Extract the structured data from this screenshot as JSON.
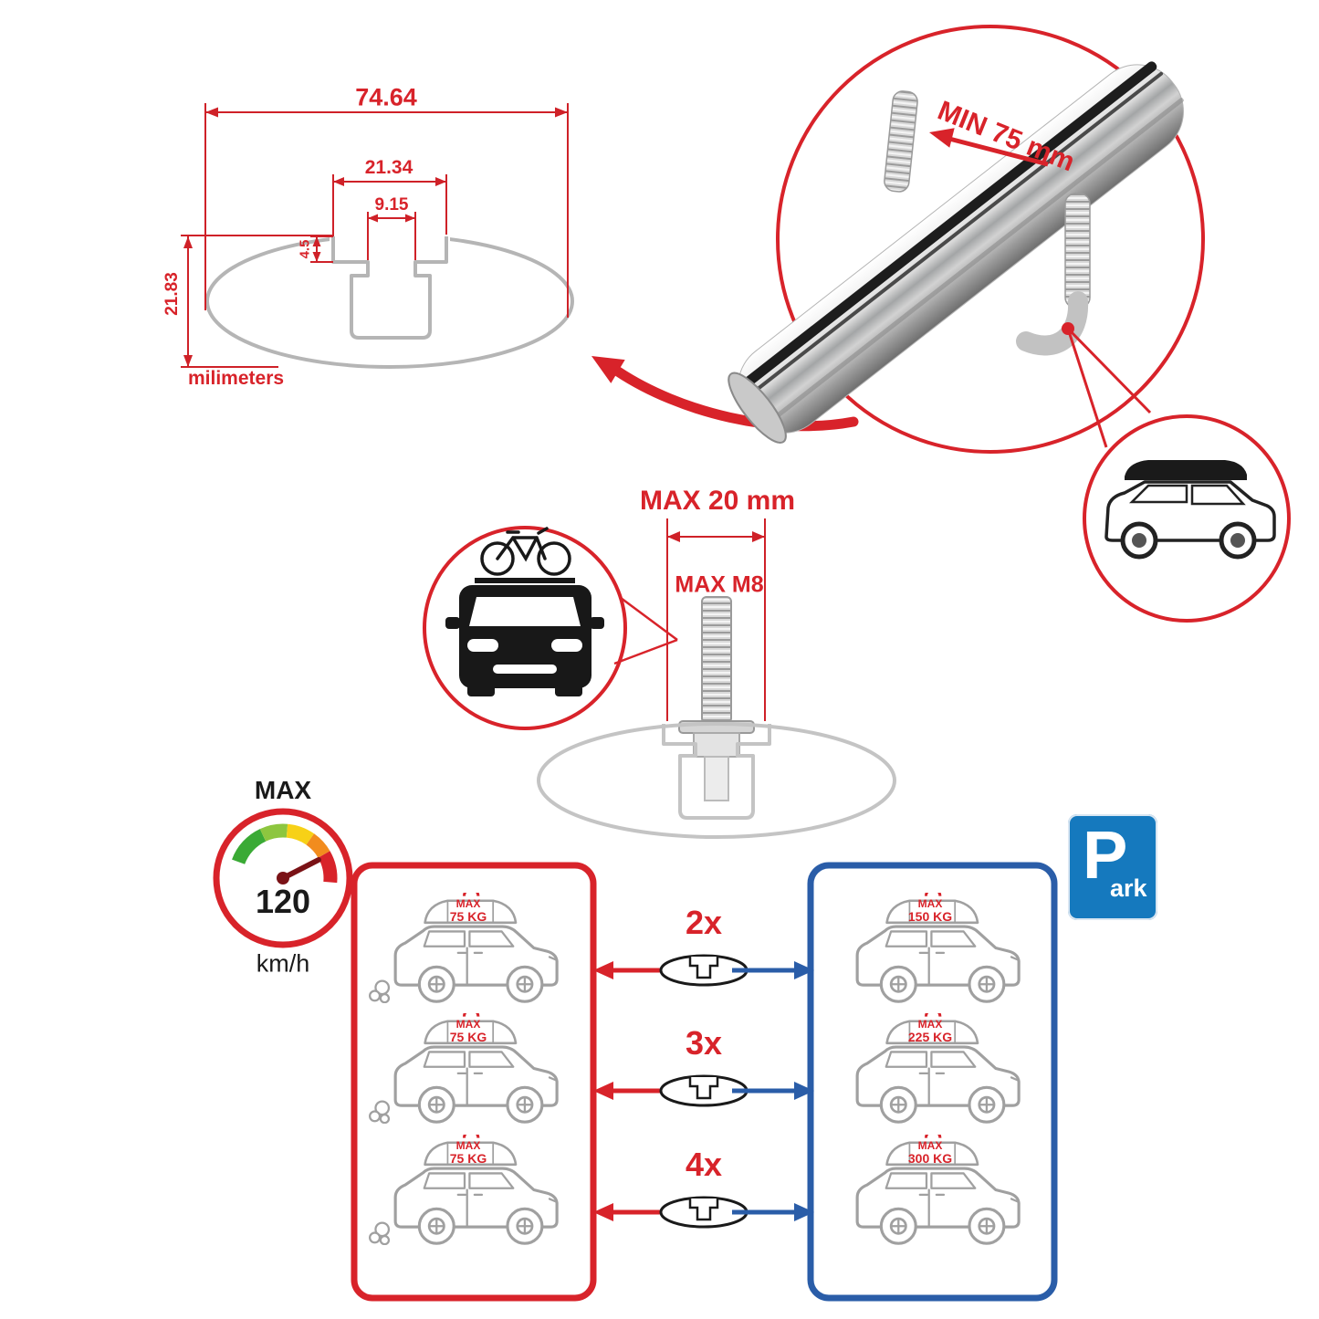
{
  "profile_dimensions": {
    "total_width": "74.64",
    "slot_opening_width": "21.34",
    "slot_inner_width": "9.15",
    "recess_depth": "4.5",
    "total_height": "21.83",
    "units_label": "milimeters"
  },
  "crossbar_detail": {
    "min_clearance_label": "MIN 75 mm"
  },
  "mounting_bolt": {
    "max_length_label": "MAX 20 mm",
    "max_thread_label": "MAX M8"
  },
  "speed_limit": {
    "label": "MAX",
    "value": "120",
    "unit": "km/h"
  },
  "capacity": {
    "rows": [
      {
        "multiplier": "2x",
        "red_label": "MAX",
        "red_weight": "75 KG",
        "blue_label": "MAX",
        "blue_weight": "150 KG"
      },
      {
        "multiplier": "3x",
        "red_label": "MAX",
        "red_weight": "75 KG",
        "blue_label": "MAX",
        "blue_weight": "225 KG"
      },
      {
        "multiplier": "4x",
        "red_label": "MAX",
        "red_weight": "75 KG",
        "blue_label": "MAX",
        "blue_weight": "300 KG"
      }
    ]
  },
  "park_sign": {
    "letter": "P",
    "suffix": "ark"
  },
  "colors": {
    "accent_red": "#d8232a",
    "panel_blue": "#2a5da8",
    "park_blue": "#1579be",
    "line_gray": "#b5b5b5",
    "ink": "#1a1a1a"
  }
}
